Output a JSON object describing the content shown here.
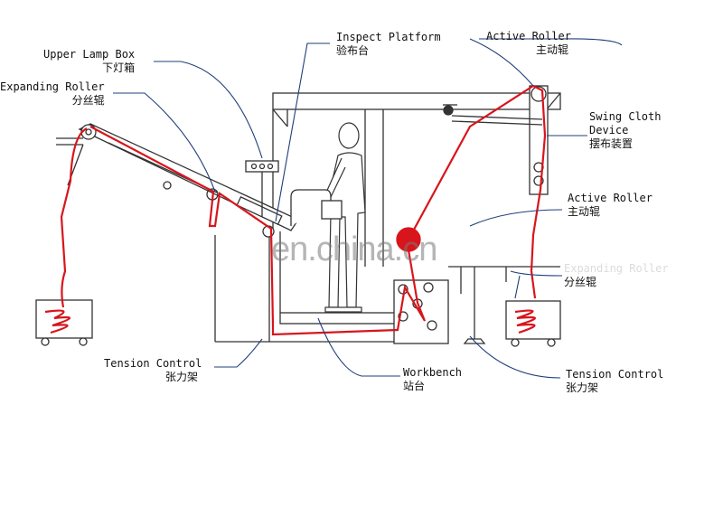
{
  "labels": {
    "upper_lamp_box": {
      "en": "Upper Lamp Box",
      "zh": "下灯箱"
    },
    "expanding_roller_left": {
      "en": "Expanding Roller",
      "zh": "分丝辊"
    },
    "inspect_platform": {
      "en": "Inspect Platform",
      "zh": "验布台"
    },
    "active_roller_top": {
      "en": "Active Roller",
      "zh": "主动辊"
    },
    "swing_cloth_device": {
      "en1": "Swing Cloth",
      "en2": "Device",
      "zh": "摆布装置"
    },
    "active_roller_mid": {
      "en": "Active Roller",
      "zh": "主动辊"
    },
    "expanding_roller_right": {
      "en": "Expanding Roller",
      "zh": "分丝辊"
    },
    "tension_control_left": {
      "en": "Tension Control",
      "zh": "张力架"
    },
    "workbench": {
      "en": "Workbench",
      "zh": "站台"
    },
    "tension_control_right": {
      "en": "Tension Control",
      "zh": "张力架"
    }
  },
  "watermark": "en.china.cn",
  "colors": {
    "fabric": "#d8151c",
    "leader": "#1f3f7a",
    "machine": "#333333"
  }
}
